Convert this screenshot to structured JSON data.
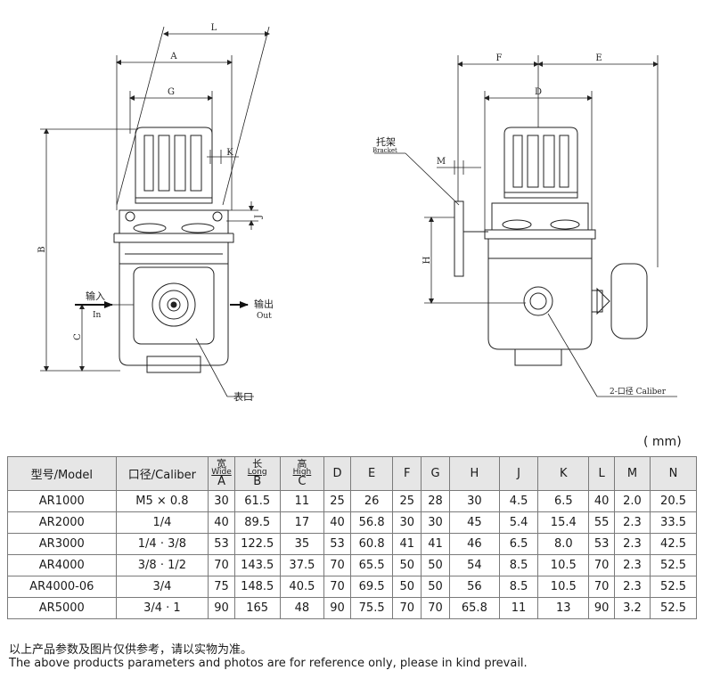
{
  "drawing": {
    "left_dims": {
      "L": "L",
      "A": "A",
      "G": "G",
      "K": "K",
      "J": "J",
      "B": "B",
      "C": "C"
    },
    "right_dims": {
      "F": "F",
      "E": "E",
      "D": "D",
      "M": "M",
      "H": "H"
    },
    "labels": {
      "in_cn": "输入",
      "in_en": "In",
      "out_cn": "输出",
      "out_en": "Out",
      "gauge_port": "表口",
      "bracket_cn": "托架",
      "bracket_en": "Bracket",
      "caliber": "2-口径 Caliber"
    }
  },
  "unit": "( mm)",
  "table": {
    "headers": [
      {
        "text": "型号/Model"
      },
      {
        "text": "口径/Caliber"
      },
      {
        "cn": "宽",
        "en": "Wide",
        "letter": "A"
      },
      {
        "cn": "长",
        "en": "Long",
        "letter": "B"
      },
      {
        "cn": "高",
        "en": "High",
        "letter": "C"
      },
      {
        "text": "D"
      },
      {
        "text": "E"
      },
      {
        "text": "F"
      },
      {
        "text": "G"
      },
      {
        "text": "H"
      },
      {
        "text": "J"
      },
      {
        "text": "K"
      },
      {
        "text": "L"
      },
      {
        "text": "M"
      },
      {
        "text": "N"
      }
    ],
    "rows": [
      [
        "AR1000",
        "M5 × 0.8",
        "30",
        "61.5",
        "11",
        "25",
        "26",
        "25",
        "28",
        "30",
        "4.5",
        "6.5",
        "40",
        "2.0",
        "20.5"
      ],
      [
        "AR2000",
        "1/4",
        "40",
        "89.5",
        "17",
        "40",
        "56.8",
        "30",
        "30",
        "45",
        "5.4",
        "15.4",
        "55",
        "2.3",
        "33.5"
      ],
      [
        "AR3000",
        "1/4 · 3/8",
        "53",
        "122.5",
        "35",
        "53",
        "60.8",
        "41",
        "41",
        "46",
        "6.5",
        "8.0",
        "53",
        "2.3",
        "42.5"
      ],
      [
        "AR4000",
        "3/8 · 1/2",
        "70",
        "143.5",
        "37.5",
        "70",
        "65.5",
        "50",
        "50",
        "54",
        "8.5",
        "10.5",
        "70",
        "2.3",
        "52.5"
      ],
      [
        "AR4000-06",
        "3/4",
        "75",
        "148.5",
        "40.5",
        "70",
        "69.5",
        "50",
        "50",
        "56",
        "8.5",
        "10.5",
        "70",
        "2.3",
        "52.5"
      ],
      [
        "AR5000",
        "3/4 · 1",
        "90",
        "165",
        "48",
        "90",
        "75.5",
        "70",
        "70",
        "65.8",
        "11",
        "13",
        "90",
        "3.2",
        "52.5"
      ]
    ]
  },
  "notes": {
    "cn": "以上产品参数及图片仅供参考，请以实物为准。",
    "en": "The above products parameters and photos are for reference only, please in kind prevail."
  }
}
